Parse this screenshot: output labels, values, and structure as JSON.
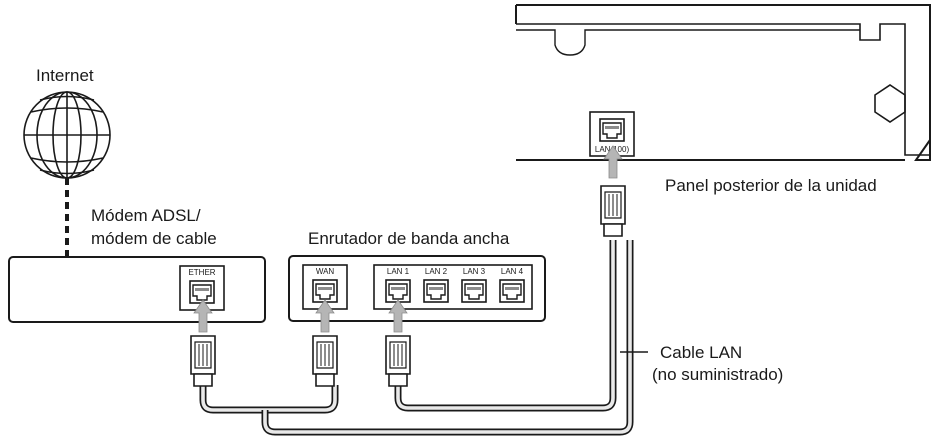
{
  "labels": {
    "internet": "Internet",
    "modem_line1": "Módem ADSL/",
    "modem_line2": "módem de cable",
    "router": "Enrutador de banda ancha",
    "rear_panel": "Panel posterior de la unidad",
    "cable_line1": "Cable LAN",
    "cable_line2": "(no suministrado)"
  },
  "ports": {
    "modem": "ETHER",
    "wan": "WAN",
    "lan1": "LAN 1",
    "lan2": "LAN 2",
    "lan3": "LAN 3",
    "lan4": "LAN 4",
    "unit": "LAN(100)"
  },
  "colors": {
    "line": "#1a1a1a",
    "cable_fill": "#e9e9e9",
    "arrow": "#b5b5b5",
    "port_fill": "#ffffff"
  }
}
